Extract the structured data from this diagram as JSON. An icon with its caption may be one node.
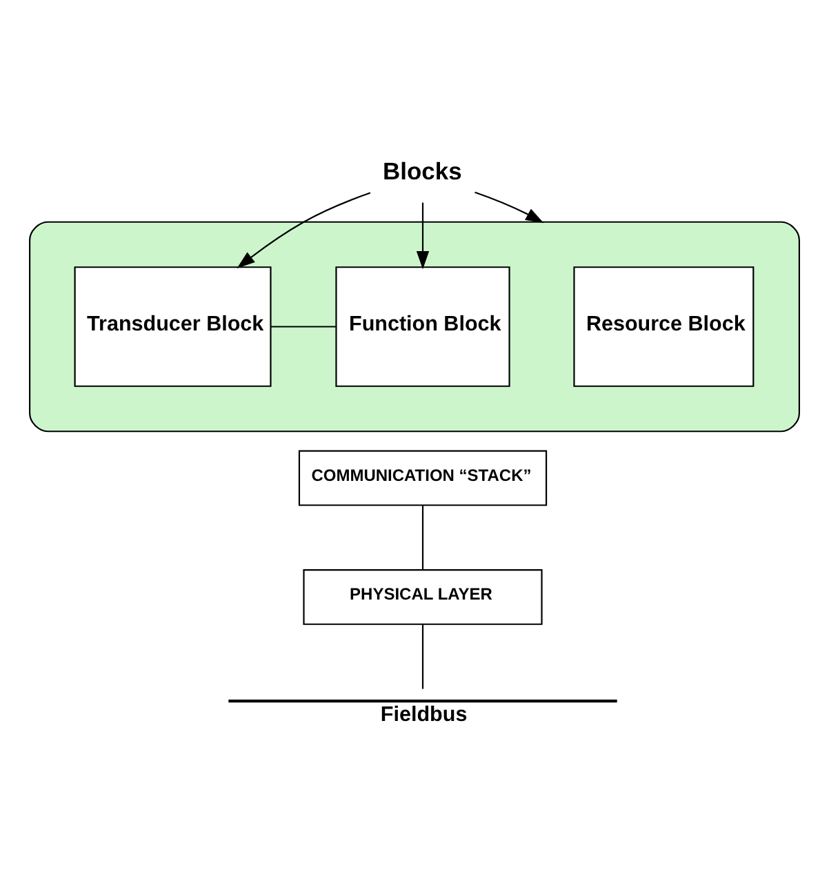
{
  "diagram": {
    "nodes": [
      {
        "text": [
          "Blocks"
        ]
      },
      {
        "text": [],
        "shape": "ellipse"
      },
      {
        "text": [
          "Resource Block"
        ],
        "in": 1
      },
      {
        "text": [
          "Transducer Block"
        ],
        "in": 1
      },
      {
        "text": [
          "Function Block"
        ],
        "in": 1
      },
      {
        "text": [
          "COMMUNICATION “STACK”"
        ]
      },
      {
        "text": [
          "PHYSICAL LAYER"
        ]
      },
      {
        "text": [
          "Fieldbus"
        ]
      }
    ],
    "edges": [
      {
        "from": 0,
        "to": 1,
        "arrow": "to"
      },
      {
        "from": 0,
        "to": 3,
        "arrow": "to"
      },
      {
        "from": 0,
        "to": 4,
        "arrow": "to"
      },
      {
        "from": 3,
        "to": 4,
        "arrow": "none"
      },
      {
        "from": 5,
        "to": 6,
        "arrow": "none"
      },
      {
        "from": 6,
        "to": 7,
        "arrow": "none"
      }
    ]
  }
}
